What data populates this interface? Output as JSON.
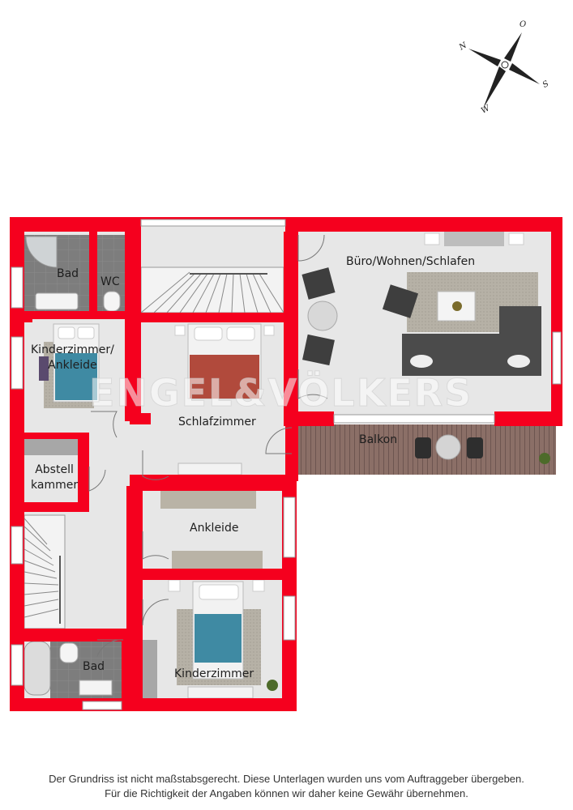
{
  "rooms": {
    "bad_top": "Bad",
    "wc": "WC",
    "buero": "Büro/Wohnen/Schlafen",
    "kinderzimmer_ankleide_1": "Kinderzimmer/",
    "kinderzimmer_ankleide_2": "Ankleide",
    "schlafzimmer": "Schlafzimmer",
    "balkon": "Balkon",
    "abstell_1": "Abstell",
    "abstell_2": "kammer",
    "ankleide": "Ankleide",
    "bad_bottom": "Bad",
    "kinderzimmer": "Kinderzimmer"
  },
  "compass": {
    "n": "N",
    "o": "O",
    "s": "S",
    "w": "W"
  },
  "watermark": "ENGEL&VÖLKERS",
  "disclaimer": {
    "line1": "Der Grundriss ist nicht maßstabsgerecht. Diese Unterlagen wurden uns vom Auftraggeber übergeben.",
    "line2": "Für die Richtigkeit der Angaben können wir daher keine Gewähr übernehmen."
  },
  "colors": {
    "wall": "#f5001e",
    "floor": "#e6e6e6",
    "tile": "#7a7a7a",
    "balcony": "#8a6e66",
    "bed_red": "#b14a3c",
    "bed_blue": "#3f8aa3",
    "sofa": "#4a4a4a",
    "rug": "#b8b3a8"
  }
}
